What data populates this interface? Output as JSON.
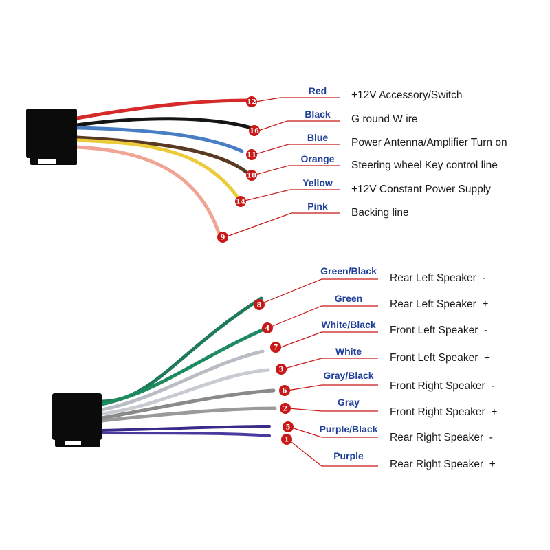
{
  "harness_top": {
    "wires": [
      {
        "pin": "12",
        "color_name": "Red",
        "function": "+12V Accessory/Switch",
        "wire_color": "#d62a2a"
      },
      {
        "pin": "16",
        "color_name": "Black",
        "function": "G round W ire",
        "wire_color": "#151515"
      },
      {
        "pin": "11",
        "color_name": "Blue",
        "function": "Power Antenna/Amplifier Turn on",
        "wire_color": "#4a7ec4"
      },
      {
        "pin": "10",
        "color_name": "Orange",
        "function": "Steering wheel Key control line",
        "wire_color": "#5a3a22"
      },
      {
        "pin": "14",
        "color_name": "Yellow",
        "function": "+12V Constant Power Supply",
        "wire_color": "#eccb3a"
      },
      {
        "pin": "9",
        "color_name": "Pink",
        "function": "Backing line",
        "wire_color": "#f0a494"
      }
    ]
  },
  "harness_bottom": {
    "wires": [
      {
        "pin": "8",
        "color_name": "Green/Black",
        "function": "Rear Left Speaker  -",
        "wire_color": "#1f7a5a"
      },
      {
        "pin": "4",
        "color_name": "Green",
        "function": "Rear Left Speaker  +",
        "wire_color": "#1e8a60"
      },
      {
        "pin": "7",
        "color_name": "White/Black",
        "function": "Front Left Speaker  -",
        "wire_color": "#b8bcc4"
      },
      {
        "pin": "3",
        "color_name": "White",
        "function": "Front Left Speaker  +",
        "wire_color": "#c8ccd2"
      },
      {
        "pin": "6",
        "color_name": "Gray/Black",
        "function": "Front Right Speaker  -",
        "wire_color": "#8a8a8a"
      },
      {
        "pin": "2",
        "color_name": "Gray",
        "function": "Front Right Speaker  +",
        "wire_color": "#9a9a9a"
      },
      {
        "pin": "5",
        "color_name": "Purple/Black",
        "function": "Rear Right Speaker  -",
        "wire_color": "#3a2a8a"
      },
      {
        "pin": "1",
        "color_name": "Purple",
        "function": "Rear Right Speaker  +",
        "wire_color": "#4a3aa0"
      }
    ]
  },
  "colors": {
    "leader": "#c81818",
    "pin_badge": "#c81818",
    "label_blue": "#1f3f9a",
    "connector": "#0b0b0b"
  }
}
